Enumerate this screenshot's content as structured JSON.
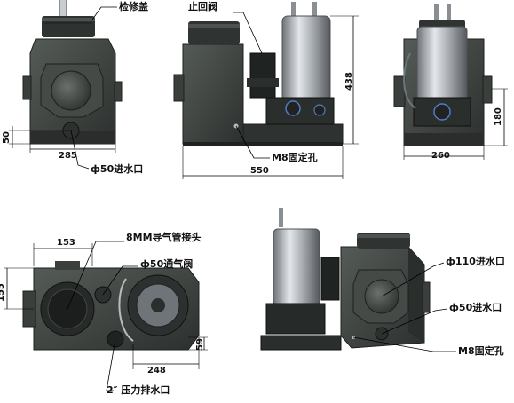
{
  "labels": {
    "access_cover": "检修盖",
    "check_valve": "止回阀",
    "inlet_50_front": "ф50进水口",
    "m8_fixing_hole_side": "M8固定孔",
    "air_tube_joint": "8MM导气管接头",
    "vent_valve": "ф50通气阀",
    "pressure_outlet": "2″ 压力排水口",
    "inlet_110": "ф110进水口",
    "inlet_50_iso": "ф50进水口",
    "m8_fixing_hole_iso": "M8固定孔"
  },
  "dimensions": {
    "front_width": "285",
    "front_inlet_height": "50",
    "side_length": "550",
    "side_height": "438",
    "back_width": "260",
    "back_height": "180",
    "top_offset": "153",
    "top_depth": "155",
    "top_outlet_offset": "248",
    "top_small": "59"
  },
  "colors": {
    "housing": "#3b403d",
    "housing_light": "#5a605c",
    "housing_dark": "#262a28",
    "steel": "#b9bdc2",
    "steel_dark": "#6f7479",
    "line": "#000000"
  }
}
